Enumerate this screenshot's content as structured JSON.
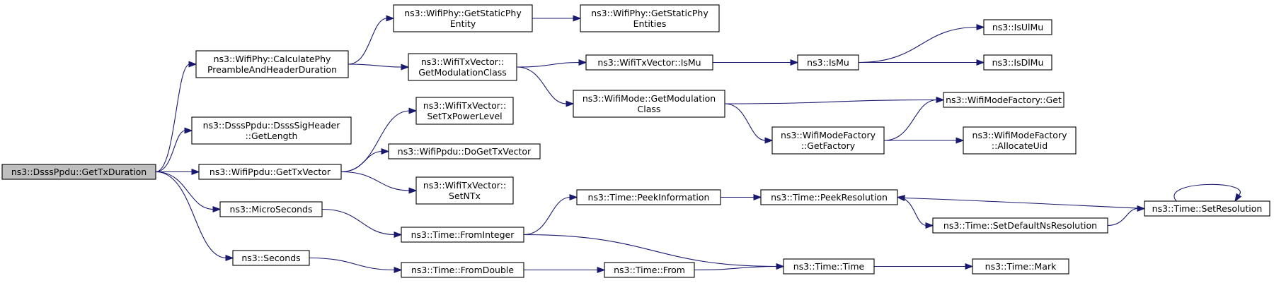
{
  "diagram": {
    "type": "call-graph",
    "colors": {
      "edge": "#191970",
      "node_border": "#000000",
      "root_fill": "#bfbfbf",
      "node_fill": "#ffffff"
    },
    "nodes": [
      {
        "id": "root",
        "lines": [
          "ns3::DsssPpdu::GetTxDuration"
        ],
        "root": true
      },
      {
        "id": "calcPhy",
        "lines": [
          "ns3::WifiPhy::CalculatePhy",
          "PreambleAndHeaderDuration"
        ]
      },
      {
        "id": "sigLen",
        "lines": [
          "ns3::DsssPpdu::DsssSigHeader",
          "::GetLength"
        ]
      },
      {
        "id": "getTxVec",
        "lines": [
          "ns3::WifiPpdu::GetTxVector"
        ]
      },
      {
        "id": "micro",
        "lines": [
          "ns3::MicroSeconds"
        ]
      },
      {
        "id": "seconds",
        "lines": [
          "ns3::Seconds"
        ]
      },
      {
        "id": "staticPhy",
        "lines": [
          "ns3::WifiPhy::GetStaticPhy",
          "Entity"
        ]
      },
      {
        "id": "staticPhies",
        "lines": [
          "ns3::WifiPhy::GetStaticPhy",
          "Entities"
        ]
      },
      {
        "id": "getModClass",
        "lines": [
          "ns3::WifiTxVector::",
          "GetModulationClass"
        ]
      },
      {
        "id": "txIsMu",
        "lines": [
          "ns3::WifiTxVector::IsMu"
        ]
      },
      {
        "id": "isMu",
        "lines": [
          "ns3::IsMu"
        ]
      },
      {
        "id": "isUlMu",
        "lines": [
          "ns3::IsUlMu"
        ]
      },
      {
        "id": "isDlMu",
        "lines": [
          "ns3::IsDlMu"
        ]
      },
      {
        "id": "modeGetModClass",
        "lines": [
          "ns3::WifiMode::GetModulation",
          "Class"
        ]
      },
      {
        "id": "mfGet",
        "lines": [
          "ns3::WifiModeFactory::Get"
        ]
      },
      {
        "id": "mfGetFactory",
        "lines": [
          "ns3::WifiModeFactory",
          "::GetFactory"
        ]
      },
      {
        "id": "mfAlloc",
        "lines": [
          "ns3::WifiModeFactory",
          "::AllocateUid"
        ]
      },
      {
        "id": "setTxPower",
        "lines": [
          "ns3::WifiTxVector::",
          "SetTxPowerLevel"
        ]
      },
      {
        "id": "doGetTxVec",
        "lines": [
          "ns3::WifiPpdu::DoGetTxVector"
        ]
      },
      {
        "id": "setNTx",
        "lines": [
          "ns3::WifiTxVector::",
          "SetNTx"
        ]
      },
      {
        "id": "fromInt",
        "lines": [
          "ns3::Time::FromInteger"
        ]
      },
      {
        "id": "peekInfo",
        "lines": [
          "ns3::Time::PeekInformation"
        ]
      },
      {
        "id": "peekRes",
        "lines": [
          "ns3::Time::PeekResolution"
        ]
      },
      {
        "id": "setDefRes",
        "lines": [
          "ns3::Time::SetDefaultNsResolution"
        ]
      },
      {
        "id": "setRes",
        "lines": [
          "ns3::Time::SetResolution"
        ]
      },
      {
        "id": "fromDouble",
        "lines": [
          "ns3::Time::FromDouble"
        ]
      },
      {
        "id": "from",
        "lines": [
          "ns3::Time::From"
        ]
      },
      {
        "id": "time",
        "lines": [
          "ns3::Time::Time"
        ]
      },
      {
        "id": "mark",
        "lines": [
          "ns3::Time::Mark"
        ]
      }
    ],
    "edges": [
      [
        "root",
        "calcPhy"
      ],
      [
        "root",
        "sigLen"
      ],
      [
        "root",
        "getTxVec"
      ],
      [
        "root",
        "micro"
      ],
      [
        "root",
        "seconds"
      ],
      [
        "calcPhy",
        "staticPhy"
      ],
      [
        "calcPhy",
        "getModClass"
      ],
      [
        "staticPhy",
        "staticPhies"
      ],
      [
        "getModClass",
        "txIsMu"
      ],
      [
        "getModClass",
        "modeGetModClass"
      ],
      [
        "txIsMu",
        "isMu"
      ],
      [
        "isMu",
        "isUlMu"
      ],
      [
        "isMu",
        "isDlMu"
      ],
      [
        "modeGetModClass",
        "mfGet"
      ],
      [
        "modeGetModClass",
        "mfGetFactory"
      ],
      [
        "mfGetFactory",
        "mfGet"
      ],
      [
        "mfGetFactory",
        "mfAlloc"
      ],
      [
        "getTxVec",
        "setTxPower"
      ],
      [
        "getTxVec",
        "doGetTxVec"
      ],
      [
        "getTxVec",
        "setNTx"
      ],
      [
        "micro",
        "fromInt"
      ],
      [
        "fromInt",
        "peekInfo"
      ],
      [
        "fromInt",
        "time"
      ],
      [
        "peekInfo",
        "peekRes"
      ],
      [
        "peekRes",
        "setDefRes"
      ],
      [
        "setDefRes",
        "setRes"
      ],
      [
        "setRes",
        "peekRes"
      ],
      [
        "setRes",
        "setRes"
      ],
      [
        "seconds",
        "fromDouble"
      ],
      [
        "fromDouble",
        "from"
      ],
      [
        "from",
        "time"
      ],
      [
        "time",
        "mark"
      ]
    ]
  }
}
